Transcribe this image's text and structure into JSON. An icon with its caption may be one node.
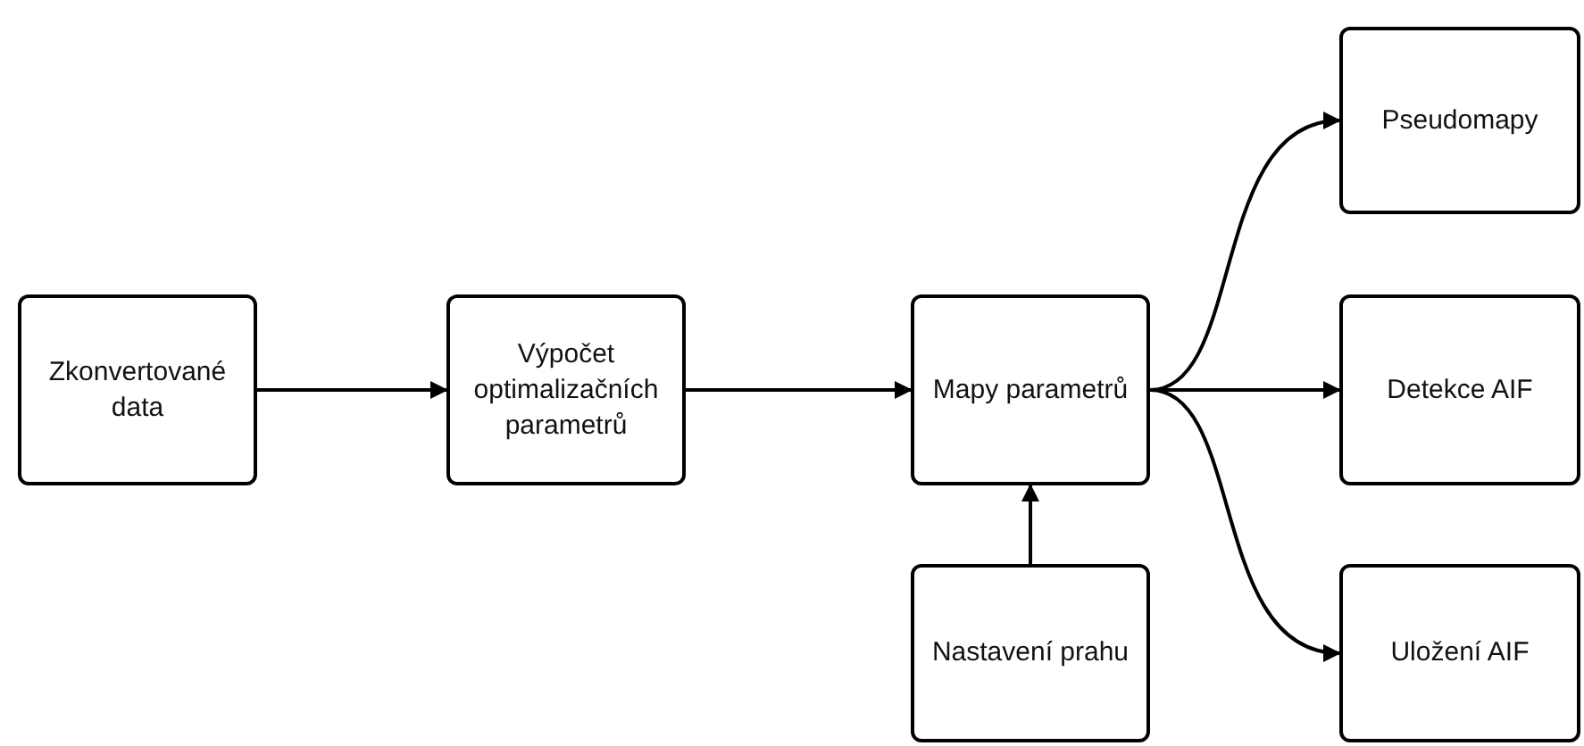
{
  "diagram": {
    "nodes": [
      {
        "text": [
          "Zkonvertované data"
        ]
      },
      {
        "text": [
          "Výpočet optimalizačních parametrů"
        ]
      },
      {
        "text": [
          "Mapy parametrů"
        ]
      },
      {
        "text": [
          "Nastavení prahu"
        ]
      },
      {
        "text": [
          "Pseudomapy"
        ]
      },
      {
        "text": [
          "Detekce AIF"
        ]
      },
      {
        "text": [
          "Uložení AIF"
        ]
      }
    ],
    "edges": [
      {
        "from": 0,
        "to": 1,
        "arrow": "to"
      },
      {
        "from": 1,
        "to": 2,
        "arrow": "to"
      },
      {
        "from": 3,
        "to": 2,
        "arrow": "to"
      },
      {
        "from": 2,
        "to": 4,
        "arrow": "to"
      },
      {
        "from": 2,
        "to": 5,
        "arrow": "to"
      },
      {
        "from": 2,
        "to": 6,
        "arrow": "to"
      }
    ]
  }
}
